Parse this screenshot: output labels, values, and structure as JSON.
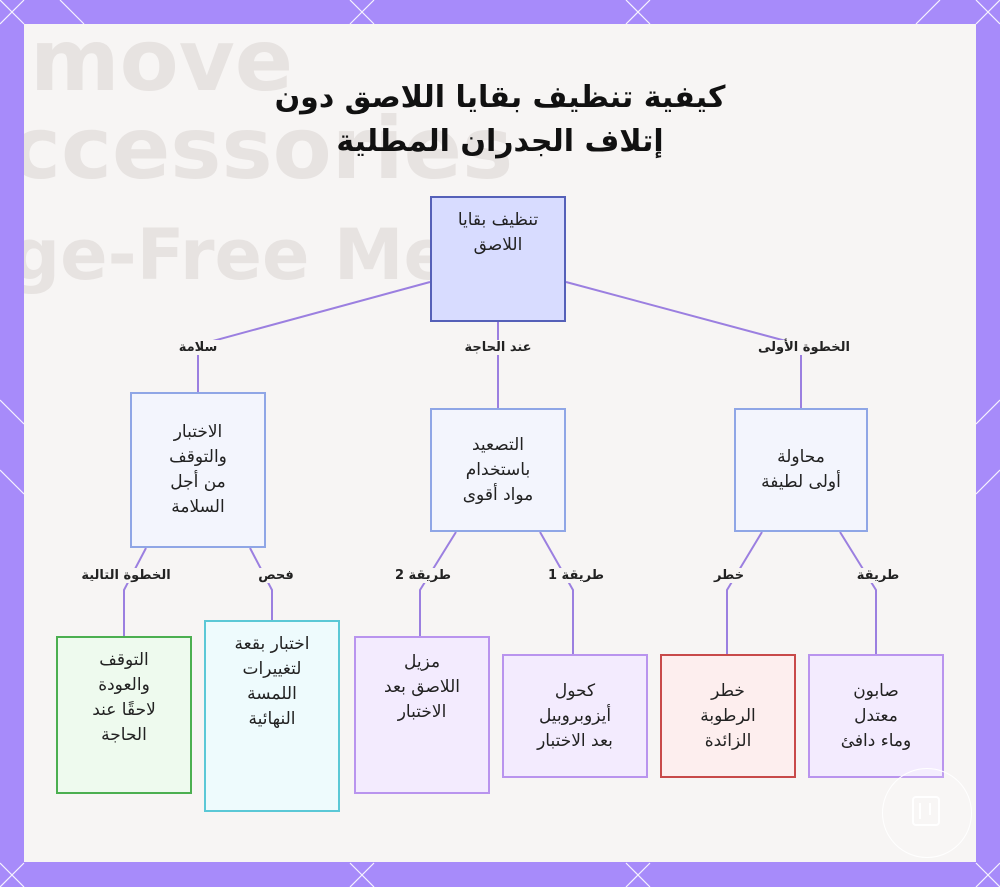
{
  "title": {
    "line1": "كيفية تنظيف بقايا اللاصق دون",
    "line2": "إتلاف الجدران المطلية"
  },
  "background_text": {
    "line1": "move",
    "line2": "ccessories",
    "line3": "ge-Free Met"
  },
  "nodes": {
    "root": {
      "lines": [
        "تنظيف بقايا",
        "اللاصق"
      ]
    },
    "gentle": {
      "lines": [
        "محاولة",
        "أولى لطيفة"
      ]
    },
    "escalate": {
      "lines": [
        "التصعيد",
        "باستخدام",
        "مواد أقوى"
      ]
    },
    "safety": {
      "lines": [
        "الاختبار",
        "والتوقف",
        "من أجل",
        "السلامة"
      ]
    },
    "soap": {
      "lines": [
        "صابون",
        "معتدل",
        "وماء دافئ"
      ]
    },
    "moisture": {
      "lines": [
        "خطر",
        "الرطوبة",
        "الزائدة"
      ]
    },
    "alcohol": {
      "lines": [
        "كحول",
        "أيزوبروبيل",
        "بعد الاختبار"
      ]
    },
    "remover": {
      "lines": [
        "مزيل",
        "اللاصق بعد",
        "الاختبار"
      ]
    },
    "patch": {
      "lines": [
        "اختبار بقعة",
        "لتغييرات",
        "اللمسة",
        "النهائية"
      ]
    },
    "stop": {
      "lines": [
        "التوقف",
        "والعودة",
        "لاحقًا عند",
        "الحاجة"
      ]
    }
  },
  "edge_labels": {
    "first_step": "الخطوة الأولى",
    "when_needed": "عند الحاجة",
    "safety": "سلامة",
    "method": "طريقة",
    "risk": "خطر",
    "method1": "طريقة 1",
    "method2": "طريقة 2",
    "check": "فحص",
    "next_step": "الخطوة التالية"
  },
  "colors": {
    "frame": "#a78bfa",
    "edge": "#9b7fe0",
    "root_fill": "#d8dcff",
    "root_border": "#5560b8",
    "blue_fill": "#f3f5fd",
    "blue_border": "#8fa6e6",
    "purple_fill": "#f3ebfe",
    "purple_border": "#b994ee",
    "red_fill": "#fdeeee",
    "red_border": "#c84a4a",
    "cyan_fill": "#eefbfd",
    "cyan_border": "#5bc8d6",
    "green_fill": "#eefaee",
    "green_border": "#4caf50"
  }
}
